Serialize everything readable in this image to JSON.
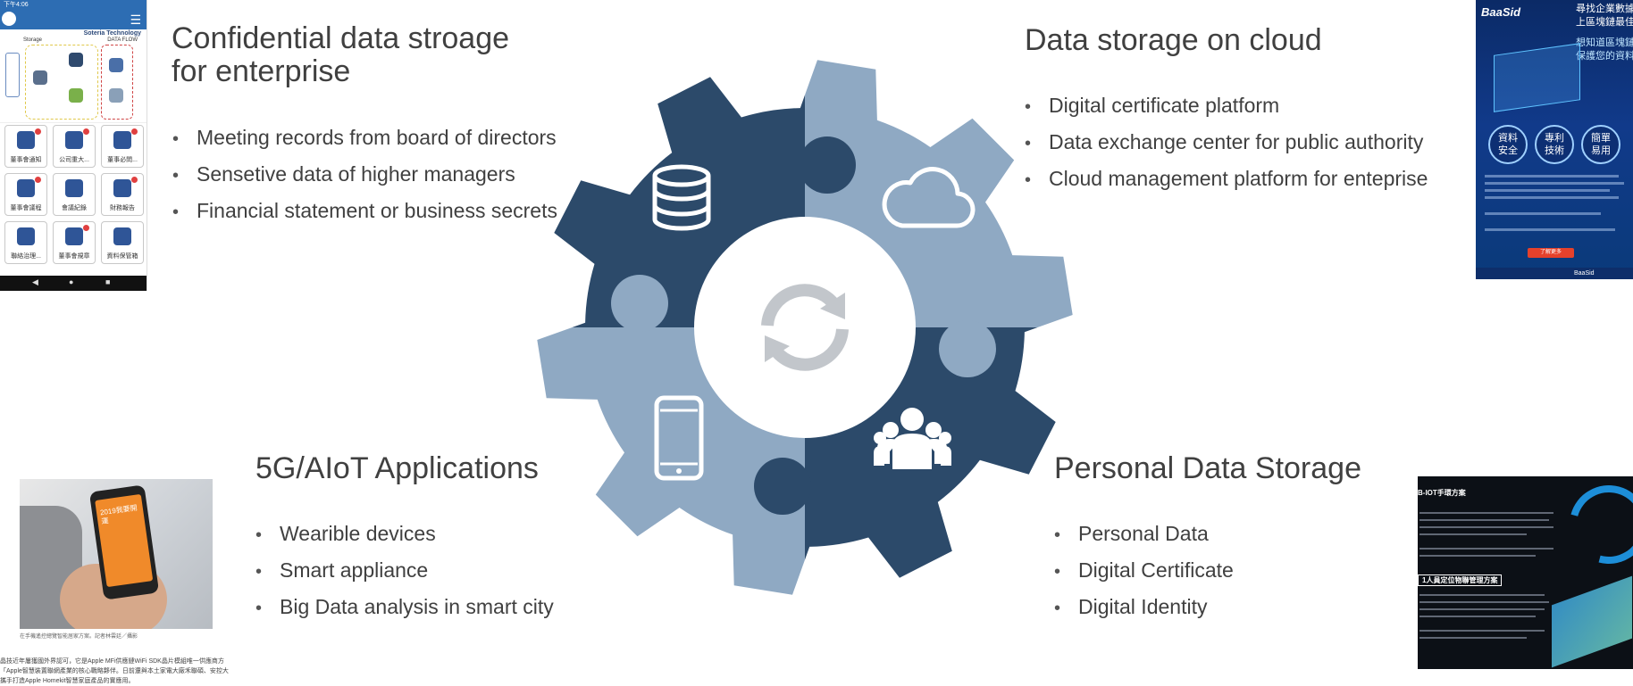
{
  "colors": {
    "gear_dark": "#2c4a6a",
    "gear_light": "#8fa9c3",
    "center_icon": "#c2c6cb",
    "title_text": "#404040"
  },
  "quadrants": {
    "top_left": {
      "title_lines": [
        "Confidential data stroage",
        "for enterprise"
      ],
      "items": [
        "Meeting records from board of directors",
        "Sensetive data of higher managers",
        "Financial statement or business secrets"
      ]
    },
    "top_right": {
      "title_lines": [
        "Data storage on cloud"
      ],
      "items": [
        "Digital certificate platform",
        "Data exchange center for public authority",
        "Cloud management platform for enteprise"
      ]
    },
    "bottom_left": {
      "title_lines": [
        "5G/AIoT Applications"
      ],
      "items": [
        "Wearible devices",
        "Smart appliance",
        "Big Data analysis in smart city"
      ]
    },
    "bottom_right": {
      "title_lines": [
        "Personal Data Storage"
      ],
      "items": [
        "Personal Data",
        "Digital Certificate",
        "Digital Identity"
      ]
    }
  },
  "gear": {
    "center_icon": "sync-icon",
    "segment_icons": [
      "database-icon",
      "cloud-icon",
      "smartphone-icon",
      "people-icon"
    ]
  },
  "phone_app": {
    "status_time": "下午4:06",
    "banner_title": "Soteria Technology",
    "storage_label": "Storage",
    "flow_label": "DATA FLOW",
    "tiles": [
      "董事會通知",
      "公司重大...",
      "董事必問...",
      "董事會議程",
      "會議紀錄",
      "財務報告",
      "聯絡治理...",
      "董事會規章",
      "資料保管箱"
    ]
  },
  "poster": {
    "brand": "BaaSid",
    "headline_lines": [
      "尋找企業數據",
      "上區塊鏈最佳方案?"
    ],
    "sub_lines": [
      "想知道區塊鏈如何",
      "保護您的資料安全?"
    ],
    "circles": [
      [
        "資料",
        "安全"
      ],
      [
        "專利",
        "技術"
      ],
      [
        "簡單",
        "易用"
      ]
    ],
    "button": "了解更多",
    "footer": "BaaSid"
  },
  "photo": {
    "screen_text": "2019我要開運",
    "caption": "在手機遙控總覽智能居家方案。記者林雲廷／攝影",
    "article_lines": [
      "晶技近年屢獲國外界認可，它是Apple MFi供應鏈WiFi SDK晶片模組唯一供應商方",
      "「Apple智慧裝置聯網產業的核心戰略夥伴。日前還與本土家電大廠禾聯碩、安控大",
      "攜手打造Apple Homekit智慧家庭產品的實應用。"
    ]
  },
  "darkdoc": {
    "title": "B-IOT手環方案",
    "label": "1人員定位物聯管理方案"
  }
}
